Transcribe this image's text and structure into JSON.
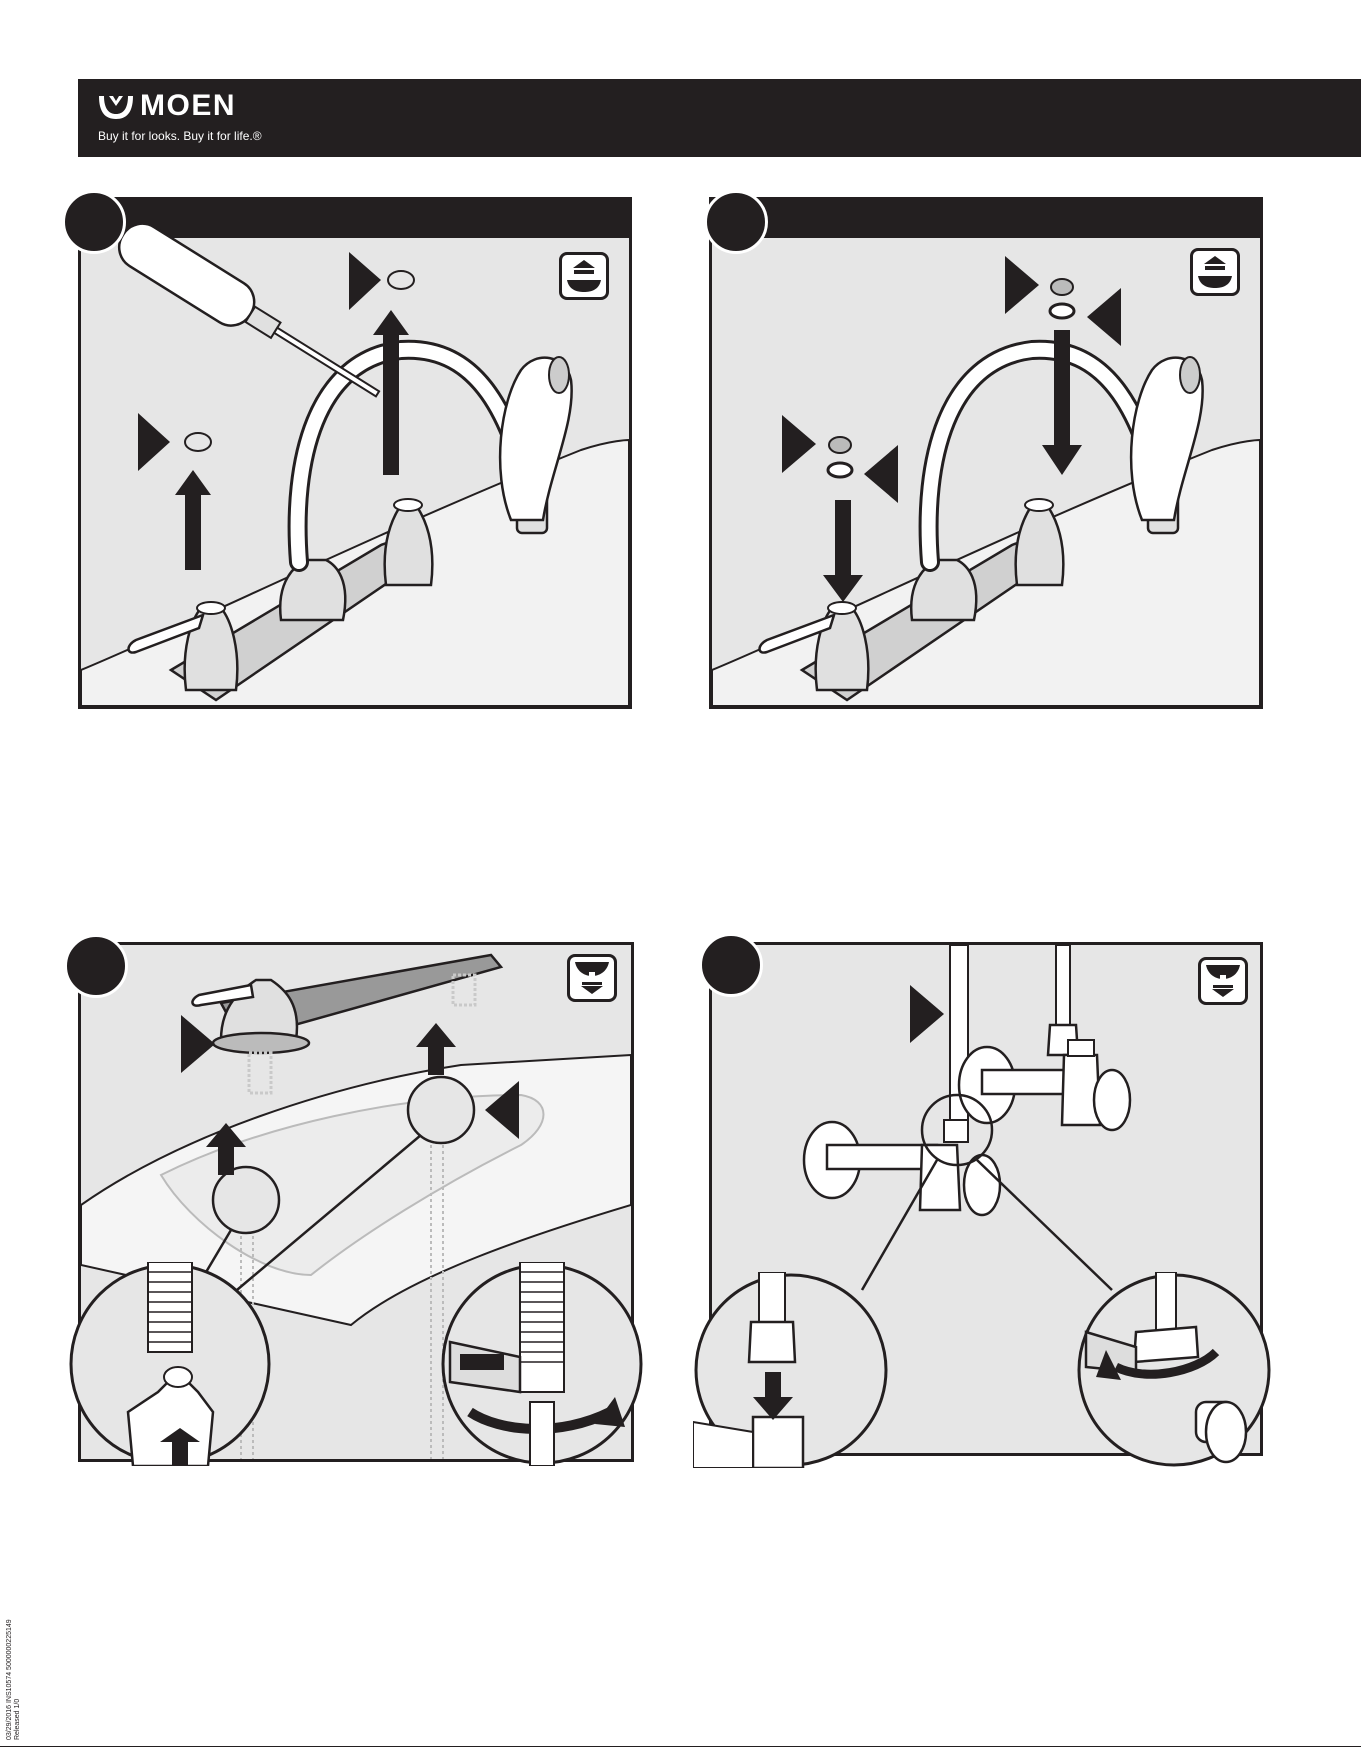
{
  "header": {
    "brand": "MOEN",
    "tagline": "Buy it for looks. Buy it for life.®",
    "logo_icon": "moen-drop-logo-icon",
    "background": "#231f20"
  },
  "steps": [
    {
      "id": 1,
      "mode_icon": "above-sink-icon"
    },
    {
      "id": 2,
      "mode_icon": "above-sink-icon"
    },
    {
      "id": 3,
      "mode_icon": "below-sink-icon"
    },
    {
      "id": 4,
      "mode_icon": "below-sink-icon"
    }
  ],
  "side_note": {
    "line1": "03/29/2016  INS10574  5000000225149",
    "line2": "Released 1/0"
  },
  "colors": {
    "ink": "#231f20",
    "panel": "#e6e6e6",
    "sink": "#f2f2f2"
  }
}
